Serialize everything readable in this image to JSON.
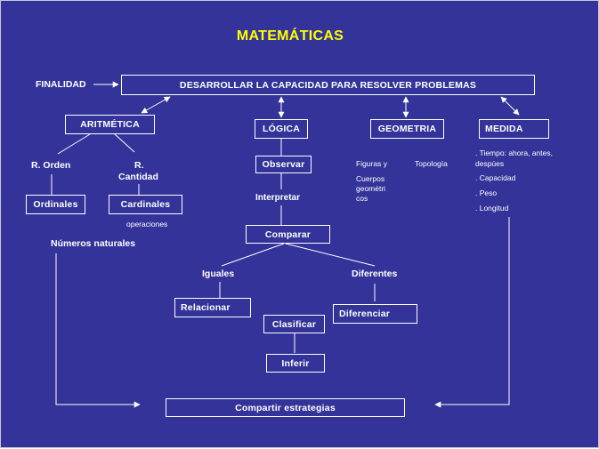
{
  "title": "MATEMÁTICAS",
  "finalidad": "FINALIDAD",
  "goal": "DESARROLLAR LA CAPACIDAD PARA RESOLVER PROBLEMAS",
  "branches": {
    "aritmetica": "ARITMÉTICA",
    "logica": "LÓGICA",
    "geometria": "GEOMETRIA",
    "medida": "MEDIDA"
  },
  "aritmetica": {
    "r_orden": "R. Orden",
    "r_cantidad_1": "R.",
    "r_cantidad_2": "Cantidad",
    "ordinales": "Ordinales",
    "cardinales": "Cardinales",
    "operaciones": "operaciones",
    "numeros_naturales": "Números naturales"
  },
  "logica": {
    "observar": "Observar",
    "interpretar": "Interpretar",
    "comparar": "Comparar",
    "iguales": "Iguales",
    "diferentes": "Diferentes",
    "relacionar": "Relacionar",
    "diferenciar": "Diferenciar",
    "clasificar": "Clasificar",
    "inferir": "Inferir"
  },
  "geometria": {
    "figuras": "Figuras y",
    "topologia": "Topología",
    "cuerpos_1": "Cuerpos",
    "cuerpos_2": "geométri",
    "cuerpos_3": "cos"
  },
  "medida": {
    "tiempo_1": ". Tiempo: ahora, antes,",
    "tiempo_2": "despúes",
    "capacidad": ". Capacidad",
    "peso": ". Peso",
    "longitud": ". Longitud"
  },
  "compartir": "Compartir estrategias",
  "colors": {
    "background": "#333399",
    "title": "#ffff00",
    "lines": "#ffffff"
  }
}
